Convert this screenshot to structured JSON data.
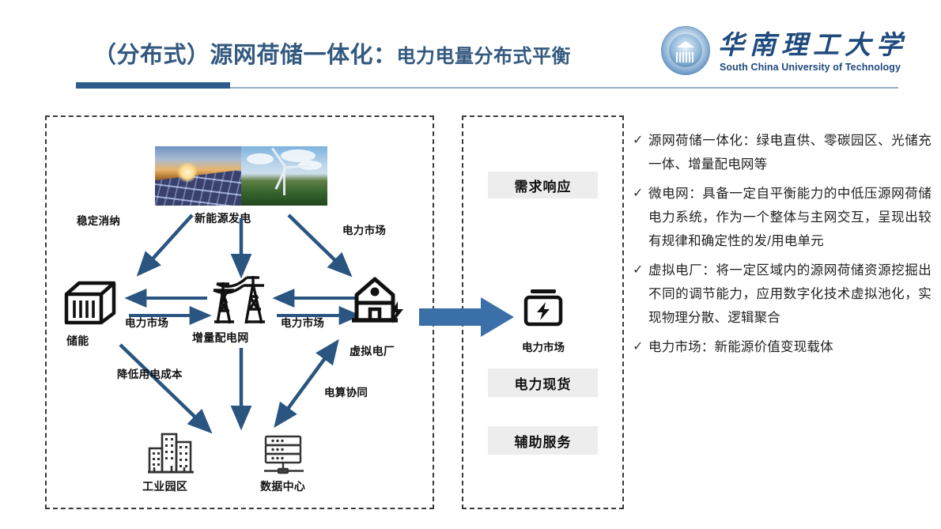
{
  "header": {
    "title_main": "（分布式）源网荷储一体化：",
    "title_sub": "电力电量分布式平衡",
    "logo_cn": "华南理工大学",
    "logo_en": "South China University of Technology",
    "accent_color": "#2e5c8a",
    "title_color": "#33597f"
  },
  "diagram": {
    "source": {
      "label": "新能源发电"
    },
    "nodes": [
      {
        "id": "storage",
        "label": "储能",
        "icon": "battery-container-icon"
      },
      {
        "id": "grid",
        "label": "增量配电网",
        "icon": "transmission-tower-icon"
      },
      {
        "id": "vpp",
        "label": "虚拟电厂",
        "icon": "power-plant-icon"
      },
      {
        "id": "park",
        "label": "工业园区",
        "icon": "industrial-buildings-icon"
      },
      {
        "id": "datacenter",
        "label": "数据中心",
        "icon": "server-rack-icon"
      }
    ],
    "arrow_labels": {
      "source_to_storage": "稳定消纳",
      "source_to_vpp": "电力市场",
      "storage_grid": "电力市场",
      "grid_vpp": "电力市场",
      "storage_to_park": "降低用电成本",
      "vpp_datacenter": "电算协同"
    }
  },
  "market_panel": {
    "tags": [
      "需求响应",
      "电力现货",
      "辅助服务"
    ],
    "center_icon": "battery-market-icon",
    "center_label": "电力市场",
    "arrow_color": "#3a6fa8"
  },
  "bullets": [
    {
      "marker": "✓",
      "text": "源网荷储一体化：绿电直供、零碳园区、光储充一体、增量配电网等"
    },
    {
      "marker": "✓",
      "text": "微电网：具备一定自平衡能力的中低压源网荷储电力系统，作为一个整体与主网交互，呈现出较有规律和确定性的发/用电单元"
    },
    {
      "marker": "✓",
      "text": "虚拟电厂：将一定区域内的源网荷储资源挖掘出不同的调节能力，应用数字化技术虚拟池化，实现物理分散、逻辑聚合"
    },
    {
      "marker": "✓",
      "text": "电力市场：新能源价值变现载体"
    }
  ]
}
